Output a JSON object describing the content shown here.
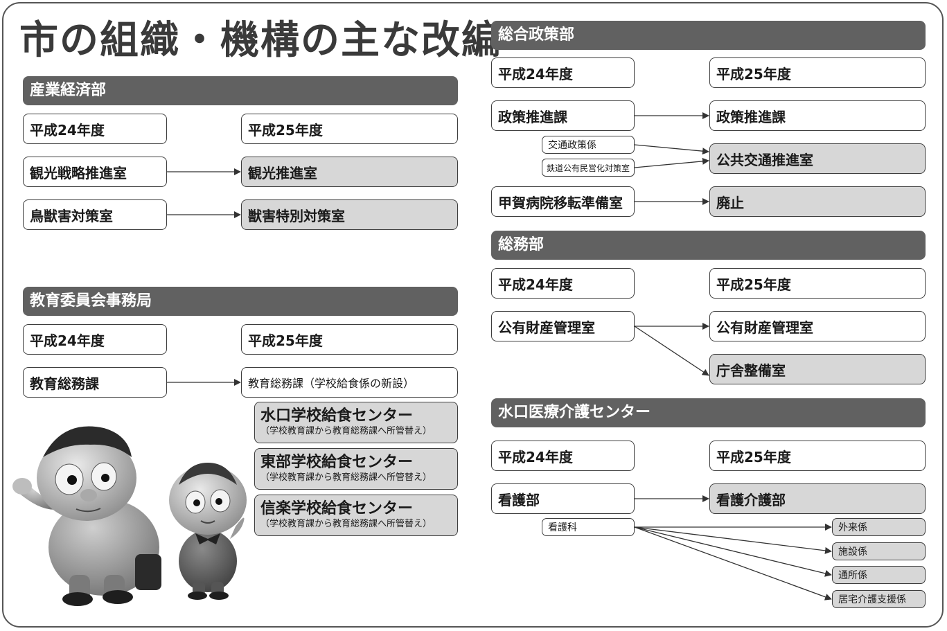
{
  "title": "市の組織・機構の主な改編",
  "year_old": "平成24年度",
  "year_new": "平成25年度",
  "sections": {
    "sangyo": {
      "header": "産業経済部",
      "rows": [
        {
          "from": "観光戦略推進室",
          "to": "観光推進室"
        },
        {
          "from": "鳥獣害対策室",
          "to": "獣害特別対策室"
        }
      ]
    },
    "kyoiku": {
      "header": "教育委員会事務局",
      "from": "教育総務課",
      "to": "教育総務課（学校給食係の新設）",
      "centers": [
        {
          "name": "水口学校給食センター",
          "note": "（学校教育課から教育総務課へ所管替え）"
        },
        {
          "name": "東部学校給食センター",
          "note": "（学校教育課から教育総務課へ所管替え）"
        },
        {
          "name": "信楽学校給食センター",
          "note": "（学校教育課から教育総務課へ所管替え）"
        }
      ]
    },
    "sogo": {
      "header": "総合政策部",
      "row1": {
        "from": "政策推進課",
        "to": "政策推進課"
      },
      "sub1": "交通政策係",
      "sub2": "鉄道公有民営化対策室",
      "merged_to": "公共交通推進室",
      "row3": {
        "from": "甲賀病院移転準備室",
        "to": "廃止"
      }
    },
    "somu": {
      "header": "総務部",
      "from": "公有財産管理室",
      "to1": "公有財産管理室",
      "to2": "庁舎整備室"
    },
    "iryo": {
      "header": "水口医療介護センター",
      "from": "看護部",
      "to": "看護介護部",
      "sub": "看護科",
      "sub_to": [
        "外来係",
        "施設係",
        "通所係",
        "居宅介護支援係"
      ]
    }
  },
  "colors": {
    "header_bar": "#616161",
    "new_box": "#d7d7d7",
    "line": "#333333"
  }
}
